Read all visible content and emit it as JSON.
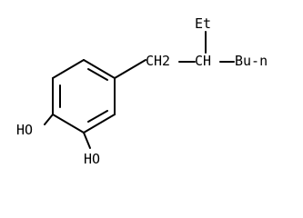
{
  "labels": {
    "hydroxyl_top": "HO",
    "hydroxyl_bottom": "HO",
    "ch2": "CH2",
    "ch": "CH",
    "ethyl": "Et",
    "butyl": "Bu-n"
  },
  "colors": {
    "bond": "#000000",
    "label": "#000000",
    "background": "#ffffff"
  }
}
